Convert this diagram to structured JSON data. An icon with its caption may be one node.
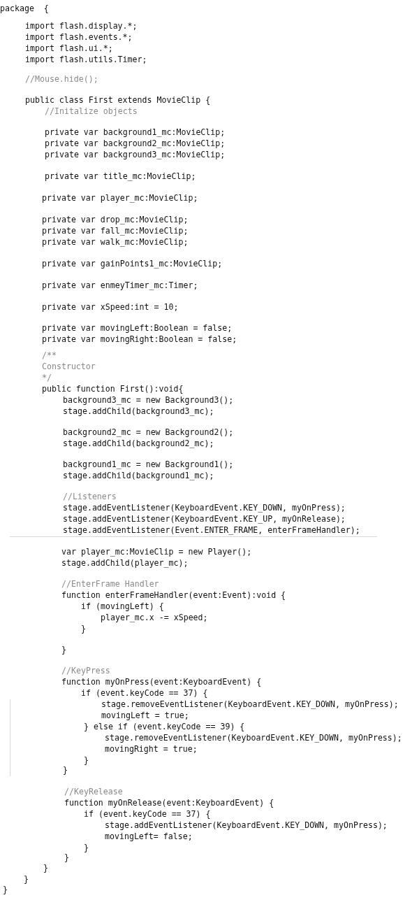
{
  "diagram": {
    "labels": [
      "package  {",
      "import flash.display.*;",
      "import flash.events.*;",
      "import flash.ui.*;",
      "import flash.utils.Timer;",
      "//Mouse.hide();",
      "public class First extends MovieClip {",
      "//Initalize objects",
      "private var background1_mc:MovieClip;",
      "private var background2_mc:MovieClip;",
      "private var background3_mc:MovieClip;",
      "private var title_mc:MovieClip;",
      "private var player_mc:MovieClip;",
      "private var drop_mc:MovieClip;",
      "private var fall_mc:MovieClip;",
      "private var walk_mc:MovieClip;",
      "private var gainPoints1_mc:MovieClip;",
      "private var enmeyTimer_mc:Timer;",
      "private var xSpeed:int = 10;",
      "private var movingLeft:Boolean = false;",
      "private var movingRight:Boolean = false;",
      "/**",
      "Constructor",
      "*/",
      "public function First():void{",
      "background3_mc = new Background3();",
      "stage.addChild(background3_mc);",
      "background2_mc = new Background2();",
      "stage.addChild(background2_mc);",
      "background1_mc = new Background1();",
      "stage.addChild(background1_mc);",
      "//Listeners",
      "stage.addEventListener(KeyboardEvent.KEY_DOWN, myOnPress);",
      "stage.addEventListener(KeyboardEvent.KEY_UP, myOnRelease);",
      "stage.addEventListener(Event.ENTER_FRAME, enterFrameHandler);",
      "var player_mc:MovieClip = new Player();",
      "stage.addChild(player_mc);",
      "//EnterFrame Handler",
      "function enterFrameHandler(event:Event):void {",
      "if (movingLeft) {",
      "player_mc.x -= xSpeed;",
      "}",
      "}",
      "//KeyPress",
      "function myOnPress(event:KeyboardEvent) {",
      "if (event.keyCode == 37) {",
      "stage.removeEventListener(KeyboardEvent.KEY_DOWN, myOnPress);",
      "movingLeft = true;",
      "} else if (event.keyCode == 39) {",
      "stage.removeEventListener(KeyboardEvent.KEY_DOWN, myOnPress);",
      "movingRight = true;",
      "}",
      "}",
      "//KeyRelease",
      "function myOnRelease(event:KeyboardEvent) {",
      "if (event.keyCode == 37) {",
      "stage.addEventListener(KeyboardEvent.KEY_DOWN, myOnPress);",
      "movingLeft= false;",
      "}",
      "}",
      "}",
      "}",
      "}"
    ]
  }
}
